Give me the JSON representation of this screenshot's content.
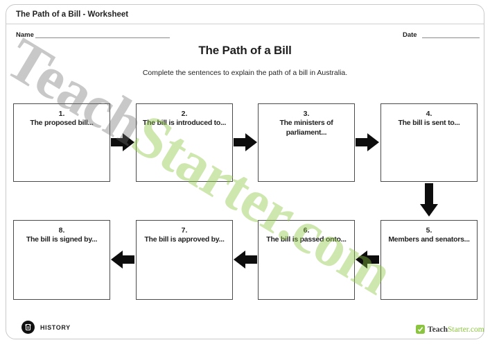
{
  "page": {
    "header_title": "The Path of a Bill - Worksheet",
    "name_label": "Name",
    "date_label": "Date",
    "title": "The Path of a Bill",
    "subtitle": "Complete the sentences to explain the path of a bill in Australia."
  },
  "flowchart": {
    "boxes": [
      {
        "number": "1.",
        "text": "The proposed bill..."
      },
      {
        "number": "2.",
        "text": "The bill is introduced to..."
      },
      {
        "number": "3.",
        "text": "The ministers of parliament..."
      },
      {
        "number": "4.",
        "text": "The bill is sent to..."
      },
      {
        "number": "5.",
        "text": "Members and senators..."
      },
      {
        "number": "6.",
        "text": "The bill is passed onto..."
      },
      {
        "number": "7.",
        "text": "The bill is approved by..."
      },
      {
        "number": "8.",
        "text": "The bill is signed by..."
      }
    ],
    "arrow_color": "#0d0d0d"
  },
  "footer": {
    "subject_label": "HISTORY",
    "logo_teach": "Teach",
    "logo_starter": "Starter.com"
  },
  "watermark": {
    "teach": "Teach",
    "starter": "Starter.com"
  },
  "colors": {
    "brand_green": "#8bc53f",
    "text_dark": "#1f1f1f",
    "card_border": "#c9c9c9",
    "box_border": "#4a4a4a"
  }
}
